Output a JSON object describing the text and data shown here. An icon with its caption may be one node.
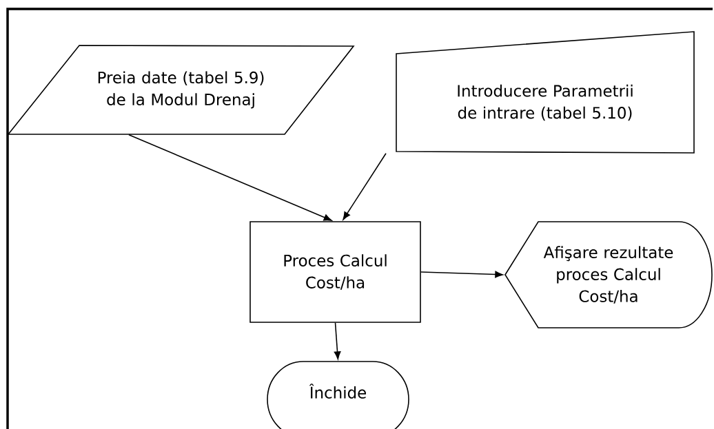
{
  "diagram": {
    "nodes": [
      {
        "text": [
          "Preia date (tabel 5.9) de la Modul Drenaj"
        ]
      },
      {
        "text": [
          "Introducere Parametrii de intrare (tabel 5.10)"
        ]
      },
      {
        "text": [
          "Proces Calcul Cost/ha"
        ]
      },
      {
        "text": [
          "Afişare rezultate proces Calcul Cost/ha"
        ]
      },
      {
        "text": [
          "Închide"
        ]
      }
    ],
    "edges": [
      {
        "from": 0,
        "to": 2,
        "arrow": "to"
      },
      {
        "from": 1,
        "to": 2,
        "arrow": "to"
      },
      {
        "from": 2,
        "to": 3,
        "arrow": "to"
      },
      {
        "from": 2,
        "to": 4,
        "arrow": "to"
      }
    ]
  }
}
